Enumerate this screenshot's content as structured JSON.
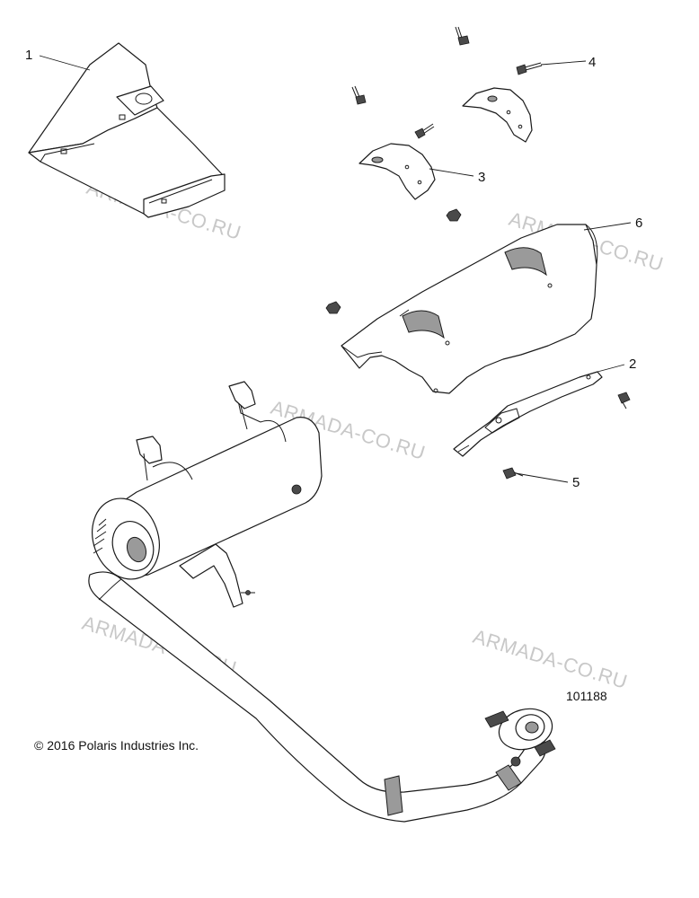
{
  "callouts": [
    "1",
    "2",
    "3",
    "4",
    "5",
    "6"
  ],
  "diagram_number": "101188",
  "copyright": "© 2016 Polaris Industries Inc.",
  "watermark": "ARMADA-CO.RU"
}
